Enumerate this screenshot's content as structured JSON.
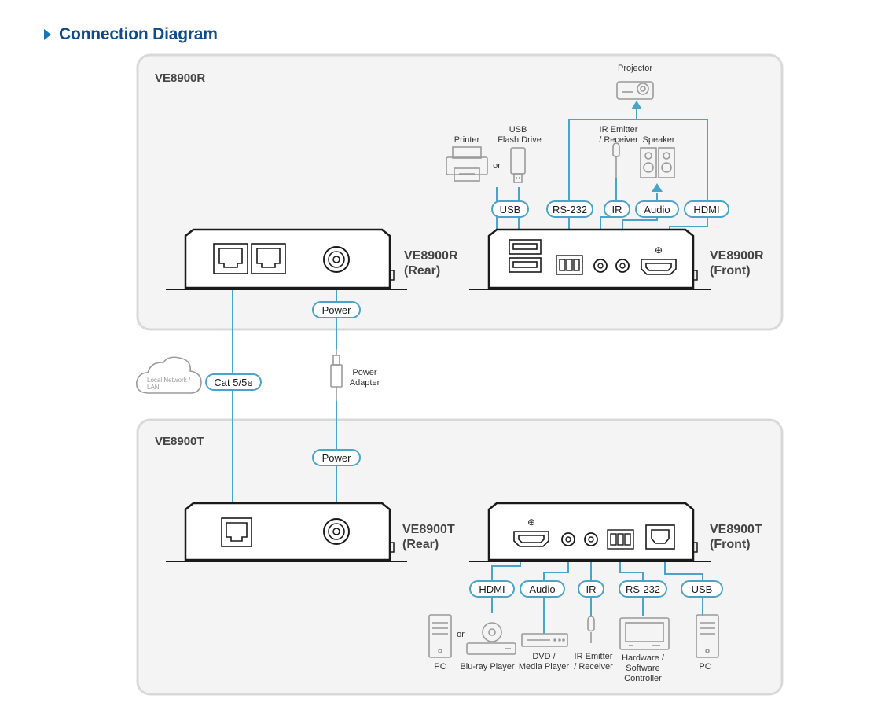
{
  "title": "Connection Diagram",
  "colors": {
    "line": "#4aa3c8",
    "panel_border": "#d9d9d9",
    "panel_bg": "#f4f4f4",
    "device": "#1a1a1a",
    "title": "#0f4c8a"
  },
  "panels": {
    "receiver": {
      "name": "VE8900R"
    },
    "transmitter": {
      "name": "VE8900T"
    }
  },
  "devices": {
    "r_rear": {
      "line1": "VE8900R",
      "line2": "(Rear)"
    },
    "r_front": {
      "line1": "VE8900R",
      "line2": "(Front)"
    },
    "t_rear": {
      "line1": "VE8900T",
      "line2": "(Rear)"
    },
    "t_front": {
      "line1": "VE8900T",
      "line2": "(Front)"
    }
  },
  "pills": {
    "r_usb": "USB",
    "r_rs232": "RS-232",
    "r_ir": "IR",
    "r_audio": "Audio",
    "r_hdmi": "HDMI",
    "power_top": "Power",
    "cat": "Cat 5/5e",
    "power_bottom": "Power",
    "t_hdmi": "HDMI",
    "t_audio": "Audio",
    "t_ir": "IR",
    "t_rs232": "RS-232",
    "t_usb": "USB"
  },
  "labels": {
    "projector": "Projector",
    "printer": "Printer",
    "or_top": "or",
    "usb_flash_1": "USB",
    "usb_flash_2": "Flash Drive",
    "ir_emitter_1": "IR Emitter",
    "ir_emitter_2": "/ Receiver",
    "speaker": "Speaker",
    "power_adapter_1": "Power",
    "power_adapter_2": "Adapter",
    "lan_1": "Local Network /",
    "lan_2": "LAN",
    "hdmi_glyph": "⊕",
    "pc_left": "PC",
    "or_bottom": "or",
    "bluray": "Blu-ray Player",
    "dvd_1": "DVD /",
    "dvd_2": "Media Player",
    "t_ir_1": "IR Emitter",
    "t_ir_2": "/ Receiver",
    "hw_1": "Hardware /",
    "hw_2": "Software",
    "hw_3": "Controller",
    "pc_right": "PC"
  }
}
